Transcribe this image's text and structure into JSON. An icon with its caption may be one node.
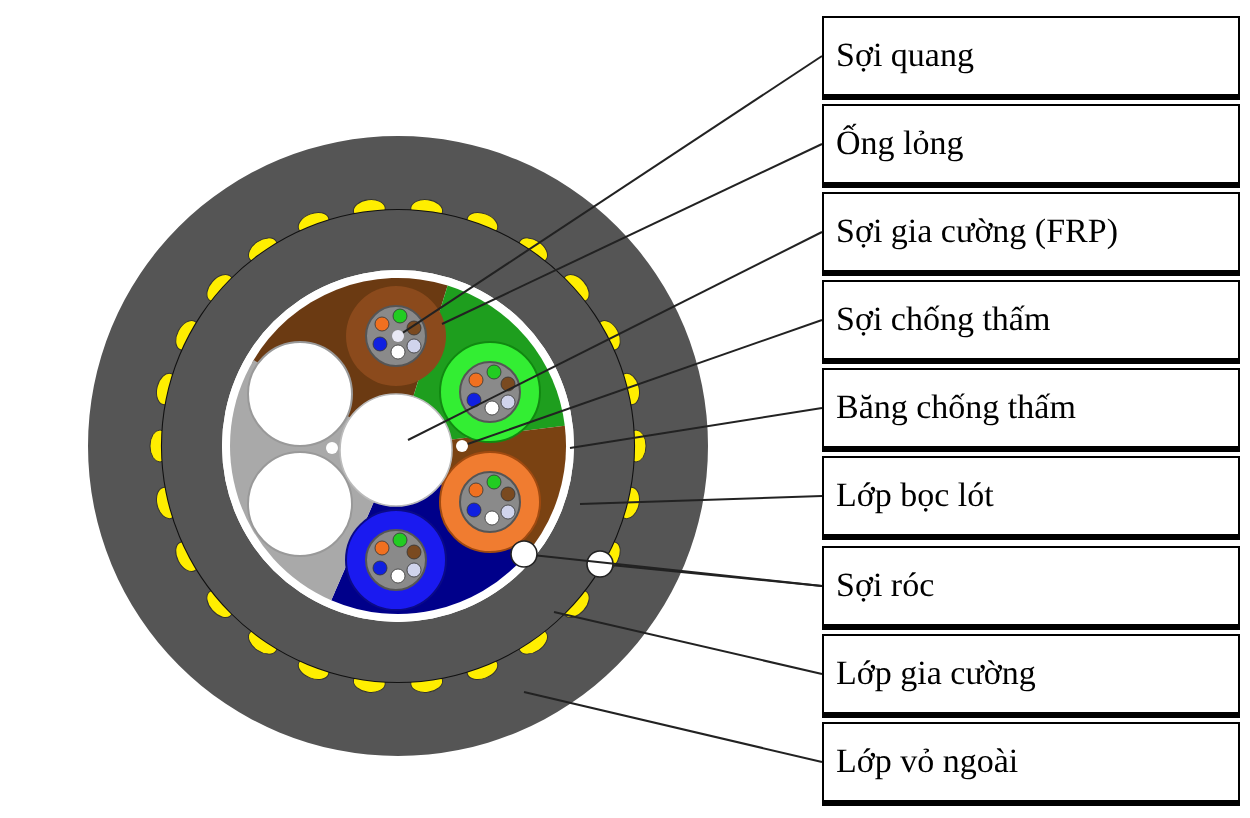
{
  "diagram": {
    "nodes": [
      {
        "text": [
          "Sợi quang"
        ]
      },
      {
        "text": [
          "Ống lỏng"
        ]
      },
      {
        "text": [
          "Sợi gia cường (FRP)"
        ]
      },
      {
        "text": [
          "Sợi chống thấm"
        ]
      },
      {
        "text": [
          "Băng chống thấm"
        ]
      },
      {
        "text": [
          "Lớp bọc lót"
        ]
      },
      {
        "text": [
          "Sợi róc"
        ]
      },
      {
        "text": [
          "Lớp gia cường"
        ]
      },
      {
        "text": [
          "Lớp vỏ ngoài"
        ]
      },
      {
        "text": [],
        "shape": "circle",
        "in": 10
      },
      {
        "text": [],
        "shape": "circle",
        "in": 13
      },
      {
        "text": [],
        "shape": "circle",
        "in": 13
      },
      {
        "text": [],
        "shape": "circle",
        "in": 13
      },
      {
        "text": [],
        "shape": "ring",
        "in": 14
      },
      {
        "text": [],
        "shape": "ring",
        "in": 18
      },
      {
        "text": [],
        "shape": "circle",
        "in": 13
      },
      {
        "text": [],
        "shape": "circle",
        "in": 14
      },
      {
        "text": [],
        "shape": "ring",
        "in": 18
      },
      {
        "text": [],
        "shape": "ring"
      }
    ],
    "edges": [
      {
        "from": 0,
        "to": 9,
        "arrow": "none"
      },
      {
        "from": 1,
        "to": 10,
        "arrow": "none"
      },
      {
        "from": 2,
        "to": 11,
        "arrow": "none"
      },
      {
        "from": 3,
        "to": 12,
        "arrow": "none"
      },
      {
        "from": 4,
        "to": 13,
        "arrow": "none"
      },
      {
        "from": 5,
        "to": 14,
        "arrow": "none"
      },
      {
        "from": 6,
        "to": 16,
        "arrow": "none"
      },
      {
        "from": 6,
        "to": 15,
        "arrow": "none"
      },
      {
        "from": 7,
        "to": 17,
        "arrow": "none"
      },
      {
        "from": 8,
        "to": 18,
        "arrow": "none"
      }
    ]
  }
}
